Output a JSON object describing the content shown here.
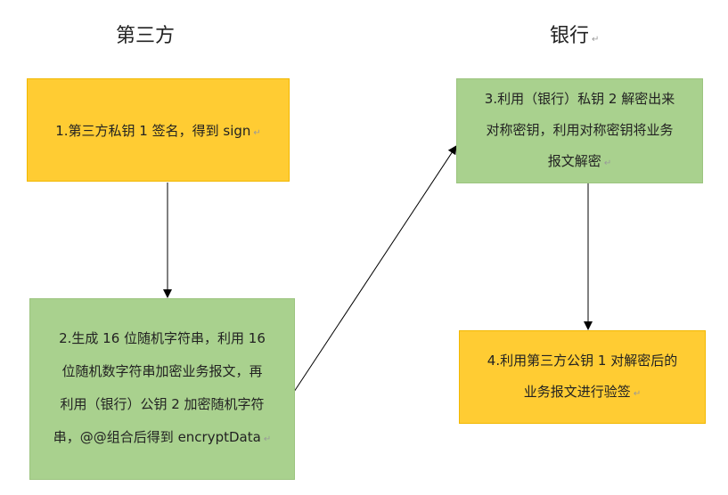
{
  "headers": {
    "third_party": "第三方",
    "bank": "银行"
  },
  "para_mark": "↵",
  "steps": [
    {
      "lines": [
        "1.第三方私钥 1 签名，得到 sign"
      ]
    },
    {
      "lines": [
        "2.生成 16 位随机字符串，利用 16",
        "位随机数字符串加密业务报文，再",
        "利用（银行）公钥 2 加密随机字符",
        "串，@@组合后得到 encryptData"
      ]
    },
    {
      "lines": [
        "3.利用（银行）私钥 2 解密出来",
        "对称密钥，利用对称密钥将业务",
        "报文解密"
      ]
    },
    {
      "lines": [
        "4.利用第三方公钥 1 对解密后的",
        "业务报文进行验签"
      ]
    }
  ],
  "colors": {
    "yellow": "#FFCC33",
    "green": "#A9D18E",
    "arrow": "#000000"
  }
}
